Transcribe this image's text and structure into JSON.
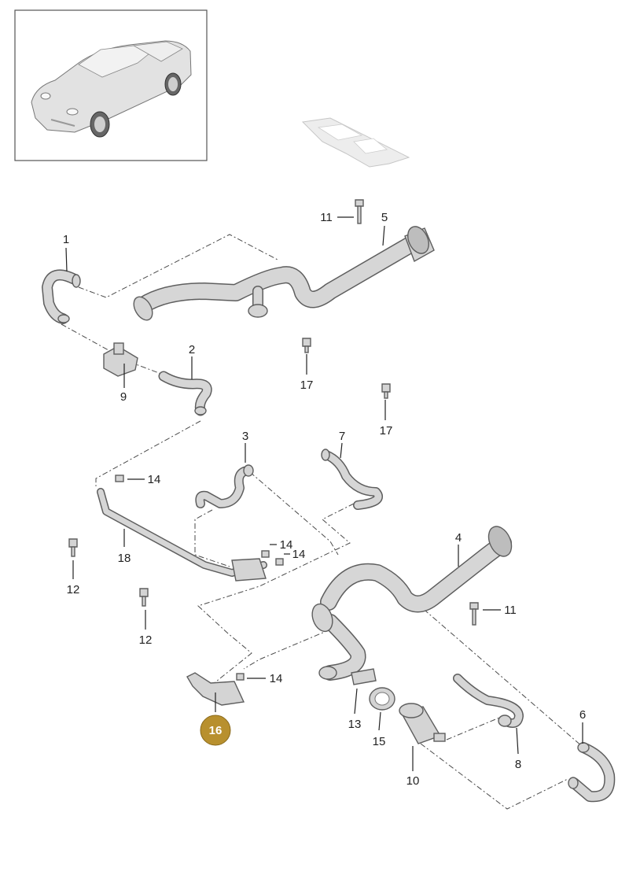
{
  "diagram": {
    "accent_color": "#b8902e",
    "highlighted_callout": "16",
    "callouts": [
      {
        "id": "c1",
        "label": "1"
      },
      {
        "id": "c2",
        "label": "2"
      },
      {
        "id": "c3",
        "label": "3"
      },
      {
        "id": "c4",
        "label": "4"
      },
      {
        "id": "c5",
        "label": "5"
      },
      {
        "id": "c6",
        "label": "6"
      },
      {
        "id": "c7",
        "label": "7"
      },
      {
        "id": "c8",
        "label": "8"
      },
      {
        "id": "c9",
        "label": "9"
      },
      {
        "id": "c10",
        "label": "10"
      },
      {
        "id": "c11a",
        "label": "11"
      },
      {
        "id": "c11b",
        "label": "11"
      },
      {
        "id": "c12a",
        "label": "12"
      },
      {
        "id": "c12b",
        "label": "12"
      },
      {
        "id": "c13",
        "label": "13"
      },
      {
        "id": "c14a",
        "label": "14"
      },
      {
        "id": "c14b",
        "label": "14"
      },
      {
        "id": "c14c",
        "label": "14"
      },
      {
        "id": "c14d",
        "label": "14"
      },
      {
        "id": "c15",
        "label": "15"
      },
      {
        "id": "c16",
        "label": "16"
      },
      {
        "id": "c17a",
        "label": "17"
      },
      {
        "id": "c17b",
        "label": "17"
      },
      {
        "id": "c18",
        "label": "18"
      }
    ]
  }
}
